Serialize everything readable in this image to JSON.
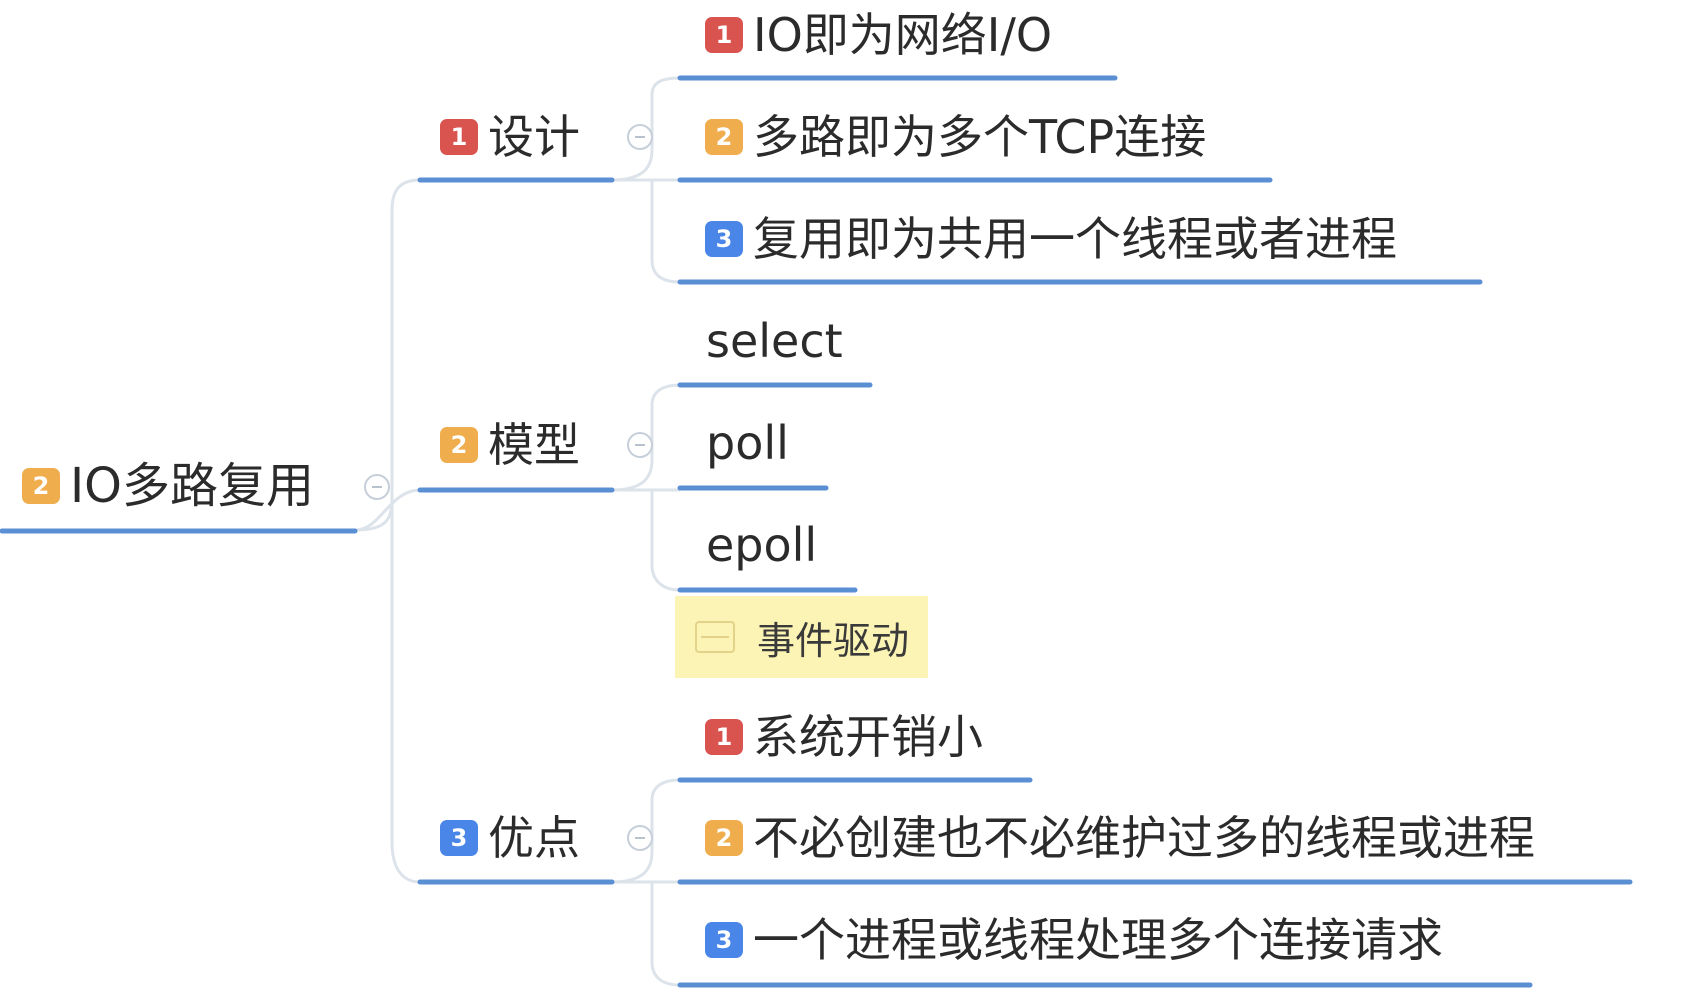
{
  "root": {
    "badge": "2",
    "label": "IO多路复用"
  },
  "branches": [
    {
      "badge": "1",
      "label": "设计",
      "children": [
        {
          "badge": "1",
          "label": "IO即为网络I/O"
        },
        {
          "badge": "2",
          "label": "多路即为多个TCP连接"
        },
        {
          "badge": "3",
          "label": "复用即为共用一个线程或者进程"
        }
      ]
    },
    {
      "badge": "2",
      "label": "模型",
      "children": [
        {
          "label": "select"
        },
        {
          "label": "poll"
        },
        {
          "label": "epoll"
        }
      ],
      "note": "事件驱动"
    },
    {
      "badge": "3",
      "label": "优点",
      "children": [
        {
          "badge": "1",
          "label": "系统开销小"
        },
        {
          "badge": "2",
          "label": "不必创建也不必维护过多的线程或进程"
        },
        {
          "badge": "3",
          "label": "一个进程或线程处理多个连接请求"
        }
      ]
    }
  ],
  "colors": {
    "connector": "#dde3ea",
    "underline": "#5b8fd3",
    "badge_red": "#d9534f",
    "badge_yellow": "#f0ad4e",
    "badge_blue": "#4a86e8",
    "note_bg": "#fcf4b5"
  }
}
